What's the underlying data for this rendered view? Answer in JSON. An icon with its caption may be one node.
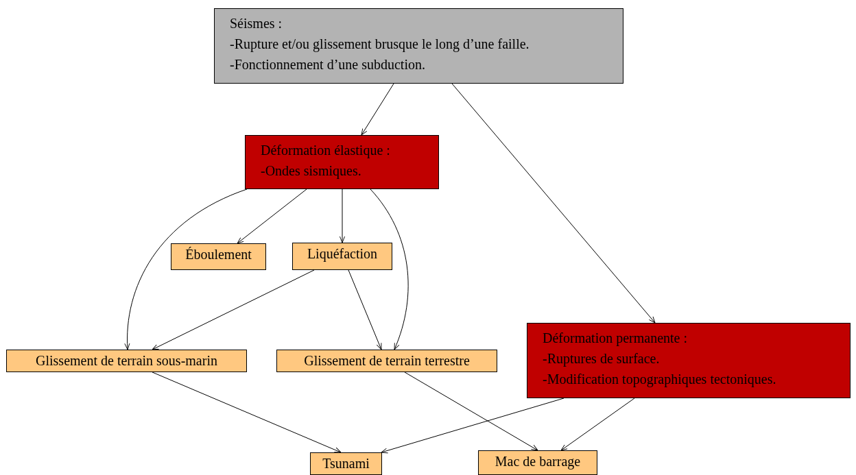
{
  "diagram": {
    "nodes": [
      {
        "text": [
          "Séismes :",
          "-Rupture et/ou glissement brusque le long d’une faille.",
          "-Fonctionnement d’une subduction."
        ]
      },
      {
        "text": [
          "Déformation élastique :",
          "-Ondes sismiques."
        ]
      },
      {
        "text": [
          "Éboulement"
        ]
      },
      {
        "text": [
          "Liquéfaction"
        ]
      },
      {
        "text": [
          "Déformation permanente :",
          "-Ruptures de surface.",
          "-Modification topographiques tectoniques."
        ]
      },
      {
        "text": [
          "Glissement de terrain sous-marin"
        ]
      },
      {
        "text": [
          "Glissement de terrain terrestre"
        ]
      },
      {
        "text": [
          "Tsunami"
        ]
      },
      {
        "text": [
          "Mac de barrage"
        ]
      }
    ],
    "edges": [
      {
        "from": 0,
        "to": 1,
        "arrow": "to"
      },
      {
        "from": 0,
        "to": 4,
        "arrow": "to"
      },
      {
        "from": 1,
        "to": 2,
        "arrow": "to"
      },
      {
        "from": 1,
        "to": 3,
        "arrow": "to"
      },
      {
        "from": 1,
        "to": 5,
        "arrow": "to"
      },
      {
        "from": 1,
        "to": 6,
        "arrow": "to"
      },
      {
        "from": 3,
        "to": 5,
        "arrow": "to"
      },
      {
        "from": 3,
        "to": 6,
        "arrow": "to"
      },
      {
        "from": 5,
        "to": 7,
        "arrow": "to"
      },
      {
        "from": 6,
        "to": 8,
        "arrow": "to"
      },
      {
        "from": 4,
        "to": 7,
        "arrow": "to"
      },
      {
        "from": 4,
        "to": 8,
        "arrow": "to"
      }
    ]
  }
}
